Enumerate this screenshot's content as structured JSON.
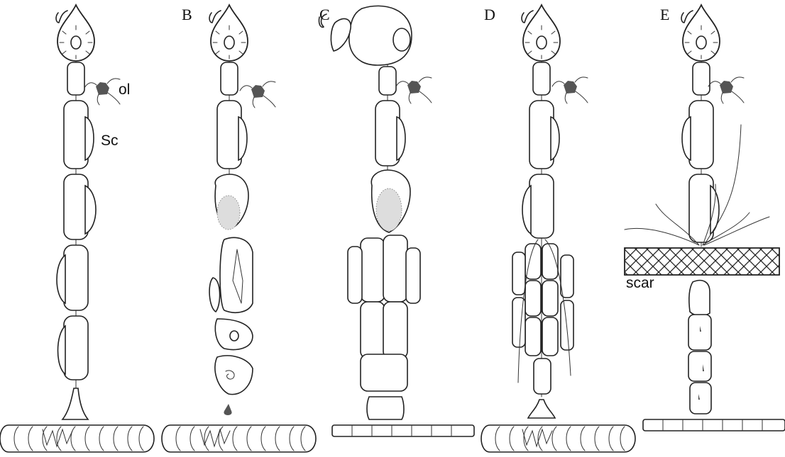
{
  "panels": [
    {
      "label": ""
    },
    {
      "label": "B"
    },
    {
      "label": "C"
    },
    {
      "label": "D"
    },
    {
      "label": "E"
    }
  ],
  "annotations": {
    "oligodendrocyte": "ol",
    "schwann_cell": "Sc",
    "scar": "scar"
  }
}
